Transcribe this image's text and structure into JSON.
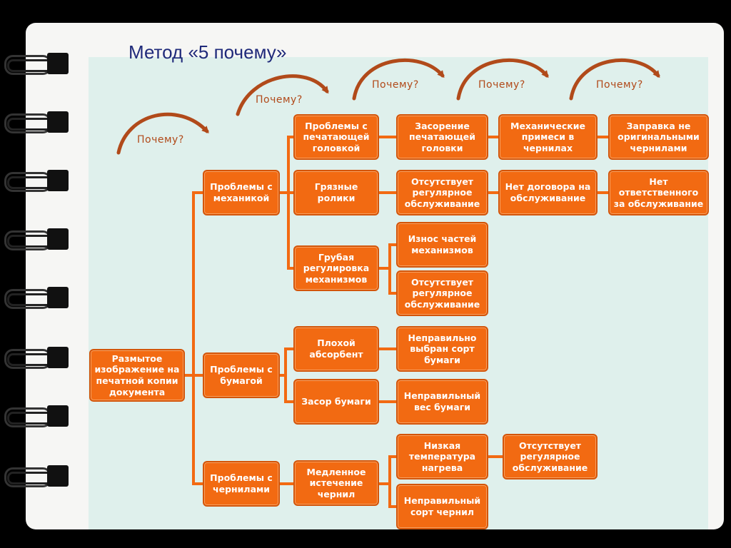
{
  "title": "Метод «5 почему»",
  "why_label": "Почему?",
  "colors": {
    "box": "#f26a12",
    "box_border": "#d3550a",
    "line": "#f26a12",
    "arrow": "#b14a1a",
    "panel": "#dff0ec",
    "title": "#1f2a7a"
  },
  "root": {
    "text": "Размытое изображение на печатной копии документа"
  },
  "level1": {
    "mech": "Проблемы с механикой",
    "paper": "Проблемы с бумагой",
    "ink": "Проблемы с чернилами"
  },
  "level2": {
    "printhead": "Проблемы с печатающей головкой",
    "rollers": "Грязные ролики",
    "adjust": "Грубая регулировка механизмов",
    "absorbent": "Плохой абсорбент",
    "jam": "Засор бумаги",
    "slowflow": "Медленное истечение чернил"
  },
  "level3": {
    "clog": "Засорение печатающей головки",
    "no_service1": "Отсутствует регулярное обслуживание",
    "wear": "Износ частей механизмов",
    "no_service2": "Отсутствует регулярное обслуживание",
    "wrong_type": "Неправильно выбран сорт бумаги",
    "wrong_weight": "Неправильный вес бумаги",
    "low_temp": "Низкая температура нагрева",
    "wrong_ink": "Неправильный сорт чернил"
  },
  "level4": {
    "impurities": "Механические примеси в чернилах",
    "no_contract": "Нет договора на обслуживание",
    "no_service3": "Отсутствует регулярное обслуживание"
  },
  "level5": {
    "refill": "Заправка не оригинальными чернилами",
    "no_responsible": "Нет ответственного за обслуживание"
  }
}
